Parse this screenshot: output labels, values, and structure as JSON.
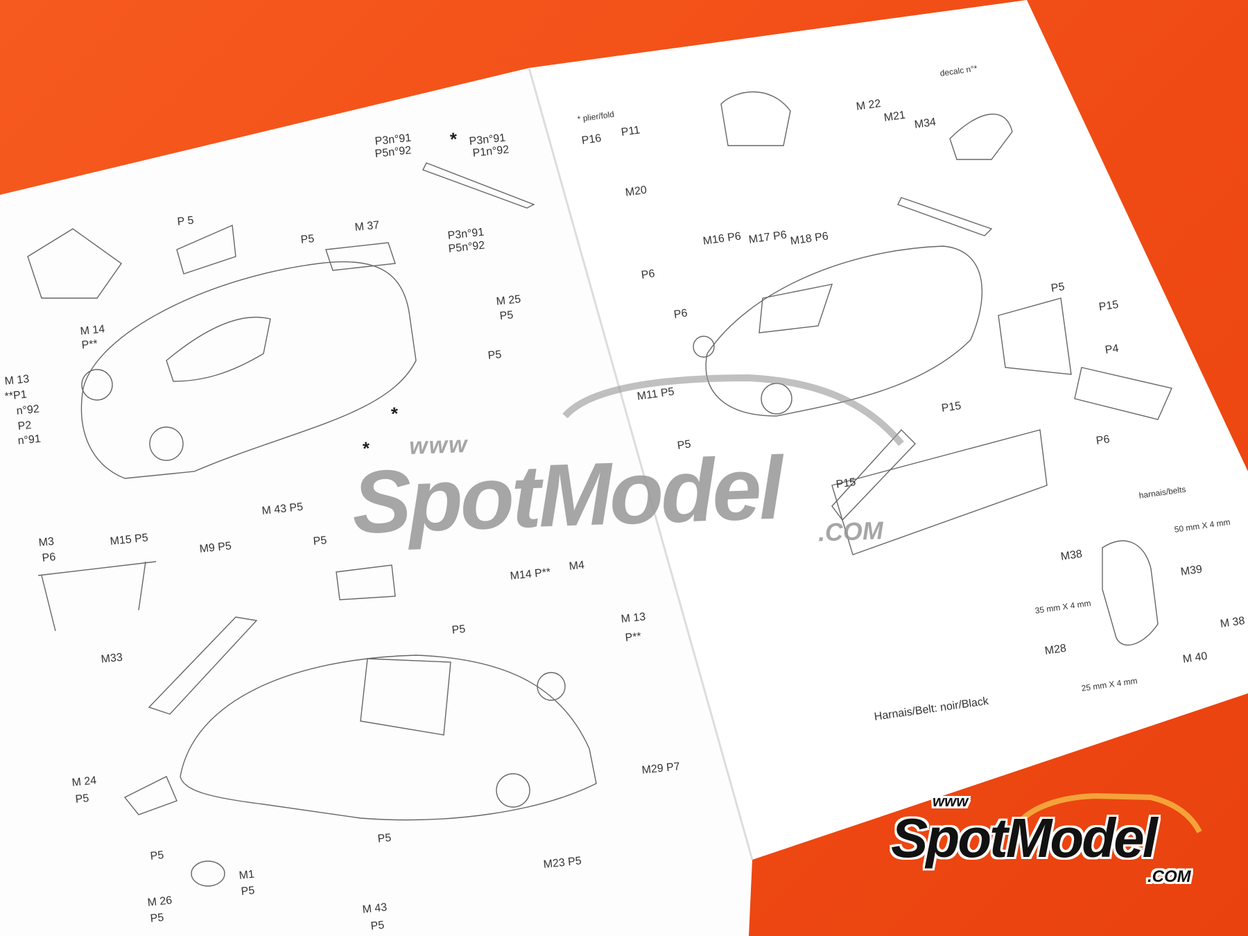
{
  "left_page": {
    "labels": [
      "P3n°91",
      "P5n°92",
      "*",
      "P3n°91",
      "P1n°92",
      "P 5",
      "P5",
      "M 37",
      "P3n°91",
      "P5n°92",
      "M 14",
      "P**",
      "M 25",
      "P5",
      "M 13",
      "**P1",
      "n°92",
      "P2",
      "n°91",
      "P5",
      "*",
      "*",
      "M4",
      "M 43 P5",
      "M3",
      "P6",
      "M15 P5",
      "M9 P5",
      "P5",
      "M33",
      "M14 P**",
      "P5",
      "M 13",
      "P**",
      "M 24",
      "P5",
      "M29 P7",
      "P5",
      "M1",
      "P5",
      "M23 P5",
      "M 26",
      "P5",
      "M 43",
      "P5",
      "P5"
    ]
  },
  "right_page": {
    "labels": [
      "decalc n°*",
      "* plier/fold",
      "M 22",
      "P11",
      "P16",
      "M21",
      "M34",
      "M20",
      "M16 P6",
      "M17 P6",
      "M18 P6",
      "P6",
      "P5",
      "P15",
      "P6",
      "P4",
      "M11 P5",
      "P15",
      "P6",
      "P5",
      "P15",
      "harnais/belts",
      "50 mm X 4 mm",
      "M38",
      "M39",
      "35 mm X 4 mm",
      "M 38",
      "M28",
      "M 40",
      "25 mm X 4 mm",
      "Harnais/Belt: noir/Black"
    ]
  },
  "watermark": {
    "www": "www",
    "name": "SpotModel",
    "com": ".COM"
  },
  "logo": {
    "www": "www",
    "name": "SpotModel",
    "com": ".COM",
    "text_color": "#111111",
    "car_outline_color": "#f4a33a"
  },
  "colors": {
    "background": "#f4531c",
    "paper": "#ffffff",
    "line": "#555555"
  }
}
